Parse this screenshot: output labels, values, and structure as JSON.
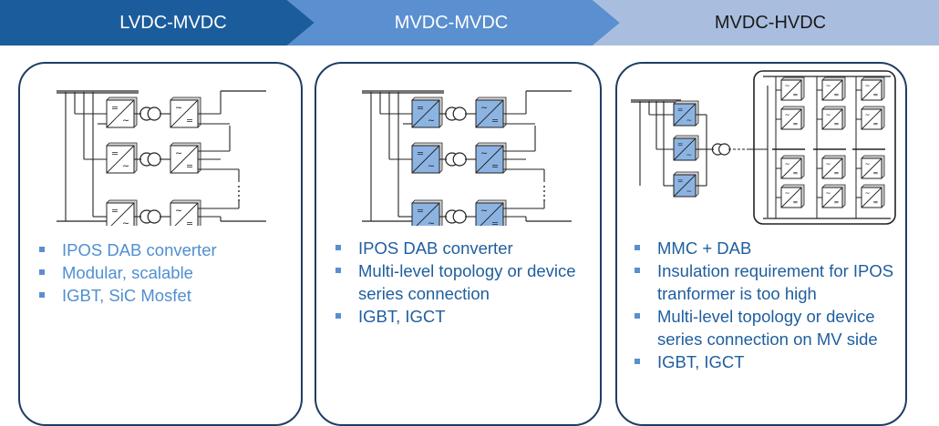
{
  "header": {
    "stages": [
      {
        "label": "LVDC-MVDC",
        "fill": "#1b5d9c",
        "text": "#ffffff"
      },
      {
        "label": "MVDC-MVDC",
        "fill": "#5a8fd0",
        "text": "#ffffff"
      },
      {
        "label": "MVDC-HVDC",
        "fill": "#a9bedf",
        "text": "#1a1a1a"
      }
    ]
  },
  "colors": {
    "panel_border": "#1f3d64",
    "converter_blue": "#8cb4e3",
    "text_light": "#4f8fd1",
    "text_dark": "#1f5e9e"
  },
  "panels": [
    {
      "bullets": [
        "IPOS DAB converter",
        "Modular, scalable",
        "IGBT, SiC Mosfet"
      ]
    },
    {
      "bullets": [
        "IPOS DAB converter",
        "Multi-level topology or device series connection",
        "IGBT, IGCT"
      ]
    },
    {
      "bullets": [
        "MMC + DAB",
        "Insulation requirement for IPOS tranformer is too high",
        "Multi-level topology or device series connection on MV side",
        "IGBT, IGCT"
      ]
    }
  ]
}
